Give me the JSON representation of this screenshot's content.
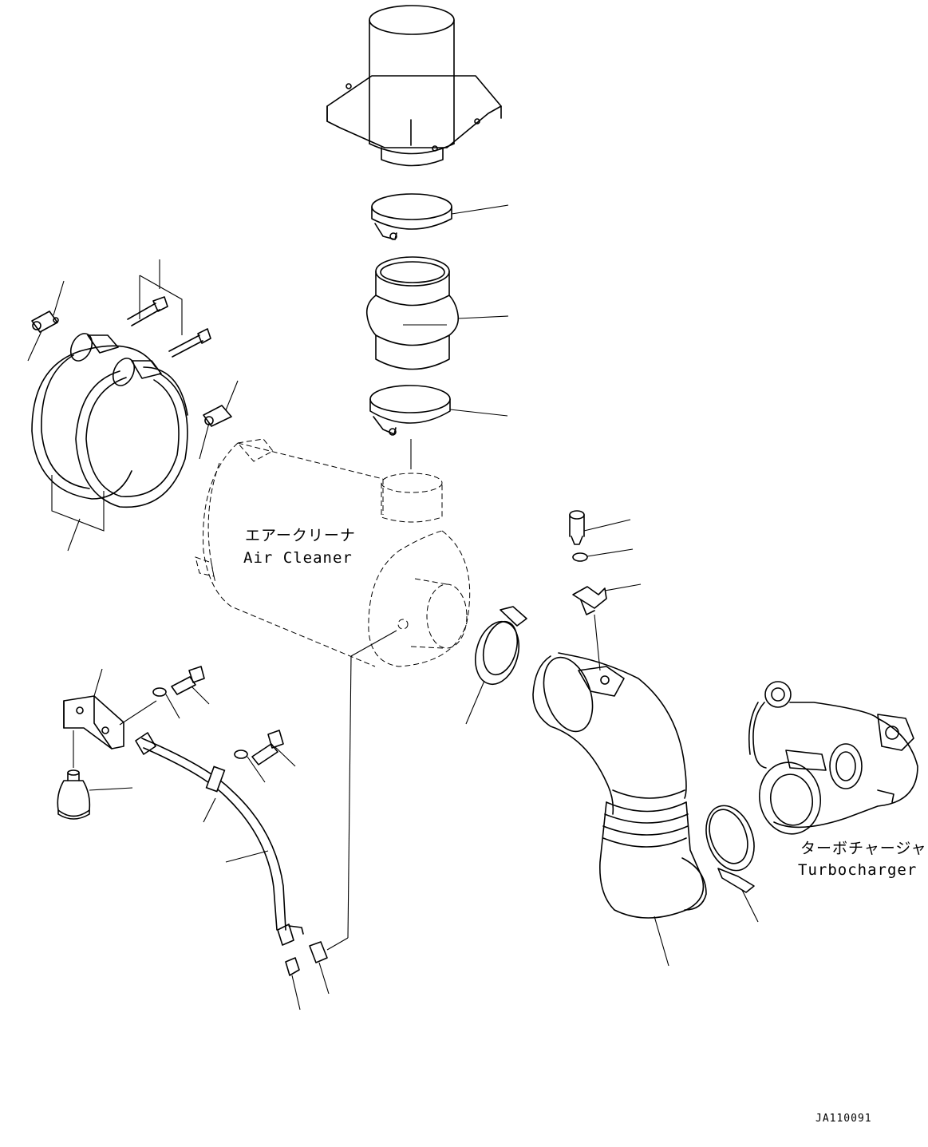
{
  "labels": {
    "air_cleaner_jp": "エアークリーナ",
    "air_cleaner_en": "Air Cleaner",
    "turbo_jp": "ターボチャージャ",
    "turbo_en": "Turbocharger"
  },
  "drawing_code": "JA110091"
}
